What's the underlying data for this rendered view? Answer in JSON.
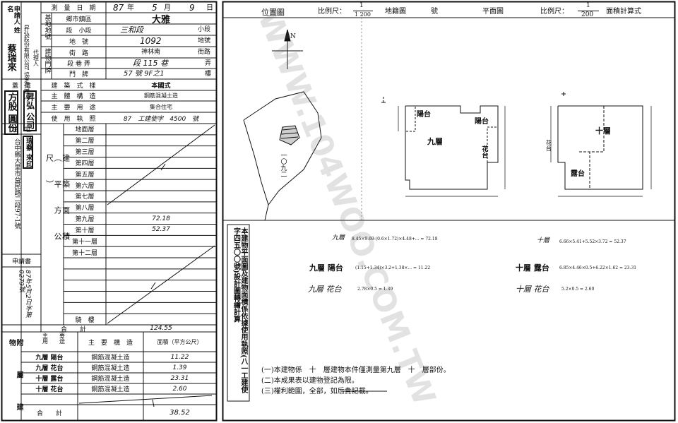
{
  "left_form": {
    "applicant_header": "申請人\n姓　名",
    "applicant_name": "蔡瑞來",
    "agent_label": "代理人",
    "agent_note": "昇弘股份有限公司\n協定代理人",
    "survey_date_label": "測　量　日　期",
    "survey_date": {
      "year": "87",
      "year_unit": "年",
      "month": "5",
      "month_unit": "月",
      "day": "9",
      "day_unit": "日"
    },
    "base_lot_label": "基地地號",
    "township_label": "鄉市鎮區",
    "township_value": "大雅",
    "section_label": "段　小段",
    "section_value": "三和段",
    "section_unit": "小段",
    "lot_label": "地　號",
    "lot_value": "1092",
    "lot_unit": "地號",
    "door_label": "建物門牌",
    "street_label": "街　路",
    "street_value": "神林南",
    "street_unit": "街路",
    "lane_label": "段 巷 弄",
    "lane_value": "段 115 巷",
    "lane_unit": "弄",
    "number_label": "門　牌",
    "number_value": "57 號 9F之1",
    "number_unit": "樓",
    "seal_label": "蓋　章",
    "building_style_label": "建　築　式　樣",
    "building_style_value": "本國式",
    "main_structure_label": "主　體　構　造",
    "main_structure_value": "鋼筋混凝土造",
    "main_use_label": "主　要　用　途",
    "main_use_value": "集合住宅",
    "permit_label": "使　用　執　照",
    "permit_value": "87　工建使字　4500　號",
    "address_label": "住　址",
    "address_value": "台中縣大里市益民路二段97-1號",
    "stamp_a": "方股\n圓份",
    "stamp_b": "昇弘\n公司",
    "stamp_c": "瑞蔡\n來印",
    "floor_section_label": "建築面積（平方公尺）",
    "floors": [
      {
        "name": "地面層",
        "value": ""
      },
      {
        "name": "第二層",
        "value": ""
      },
      {
        "name": "第三層",
        "value": ""
      },
      {
        "name": "第四層",
        "value": ""
      },
      {
        "name": "第五層",
        "value": ""
      },
      {
        "name": "第六層",
        "value": ""
      },
      {
        "name": "第七層",
        "value": ""
      },
      {
        "name": "第八層",
        "value": ""
      },
      {
        "name": "第九層",
        "value": "72.18"
      },
      {
        "name": "第十層",
        "value": "52.37"
      },
      {
        "name": "第十一層",
        "value": ""
      },
      {
        "name": "第十二層",
        "value": ""
      },
      {
        "name": "",
        "value": ""
      },
      {
        "name": "",
        "value": ""
      },
      {
        "name": "",
        "value": ""
      },
      {
        "name": "",
        "value": ""
      },
      {
        "name": "",
        "value": ""
      },
      {
        "name": "騎　樓",
        "value": ""
      }
    ],
    "total_label": "合　　計",
    "total_value": "124.55",
    "application_label": "申請書",
    "application_value": "87年5月2日字第0279號",
    "accessory_label": "附\n屬\n建\n物",
    "acc_head_main": "主　　要\n用　　途",
    "acc_head_struct": "主　要　構　造",
    "acc_head_area": "面積（平方公尺）",
    "accessories": [
      {
        "use": "九層 陽台",
        "struct": "鋼筋混凝土造",
        "area": "11.22"
      },
      {
        "use": "九層 花台",
        "struct": "鋼筋混凝土造",
        "area": "1.39"
      },
      {
        "use": "十層 露台",
        "struct": "鋼筋混凝土造",
        "area": "23.31"
      },
      {
        "use": "十層 花台",
        "struct": "鋼筋混凝土造",
        "area": "2.60"
      }
    ],
    "acc_total_label": "合　　計",
    "acc_total_value": "38.52"
  },
  "right_sheet": {
    "location_label": "位置圖",
    "scale_label_1": "比例尺：",
    "scale_num_1": "1",
    "scale_den_1": "1 200",
    "cadastral_label": "地籍圖",
    "hao_label": "號",
    "plan_label": "平面圖",
    "scale_label_2": "比例尺：",
    "scale_num_2": "1",
    "scale_den_2": "200",
    "area_calc_label": "面積計算式",
    "north_label": "N",
    "lot_number_label": "一〇九二",
    "plan9_center": "九層",
    "plan9_balcony": "陽台",
    "plan9_balcony_right": "陽台",
    "plan9_flower": "花台",
    "plan10_center": "十層",
    "plan10_terrace": "露台",
    "plan10_small": "花台",
    "stamp_vertical": "本建物平面圖及建物面積係依據使用執照(八一工建使字四五〇〇號)設計圖轉繪計算",
    "calc_9_label": "九層",
    "calc_9_formula": "8.45×9.69-(0.6×1.72)×4.48+... = 72.18",
    "calc_10_label": "十層",
    "calc_10_formula": "6.66×5.41+5.52×3.72 = 52.37",
    "bal9_label": "九層 陽台",
    "bal9_formula": "(1.15+1.34)×3.2+1.38×... = 11.22",
    "terr10_label": "十層 露台",
    "terr10_formula": "6.85×4.46×0.5+6.22×1.62 = 23.31",
    "flw9_label": "九層 花台",
    "flw9_formula": "2.78×0.5 = 1.39",
    "flw10_label": "十層 花台",
    "flw10_formula": "5.2×0.5 = 2.60",
    "note_1": "(一)本建物係　十　層建物本件僅測量第九層　十　層部份。",
    "note_2": "(二)本成果表以建物登記為限。",
    "note_3": "(三)權利範圍，全部，如后貴記載。",
    "watermark": "WWW.104WOO.COM.TW"
  }
}
